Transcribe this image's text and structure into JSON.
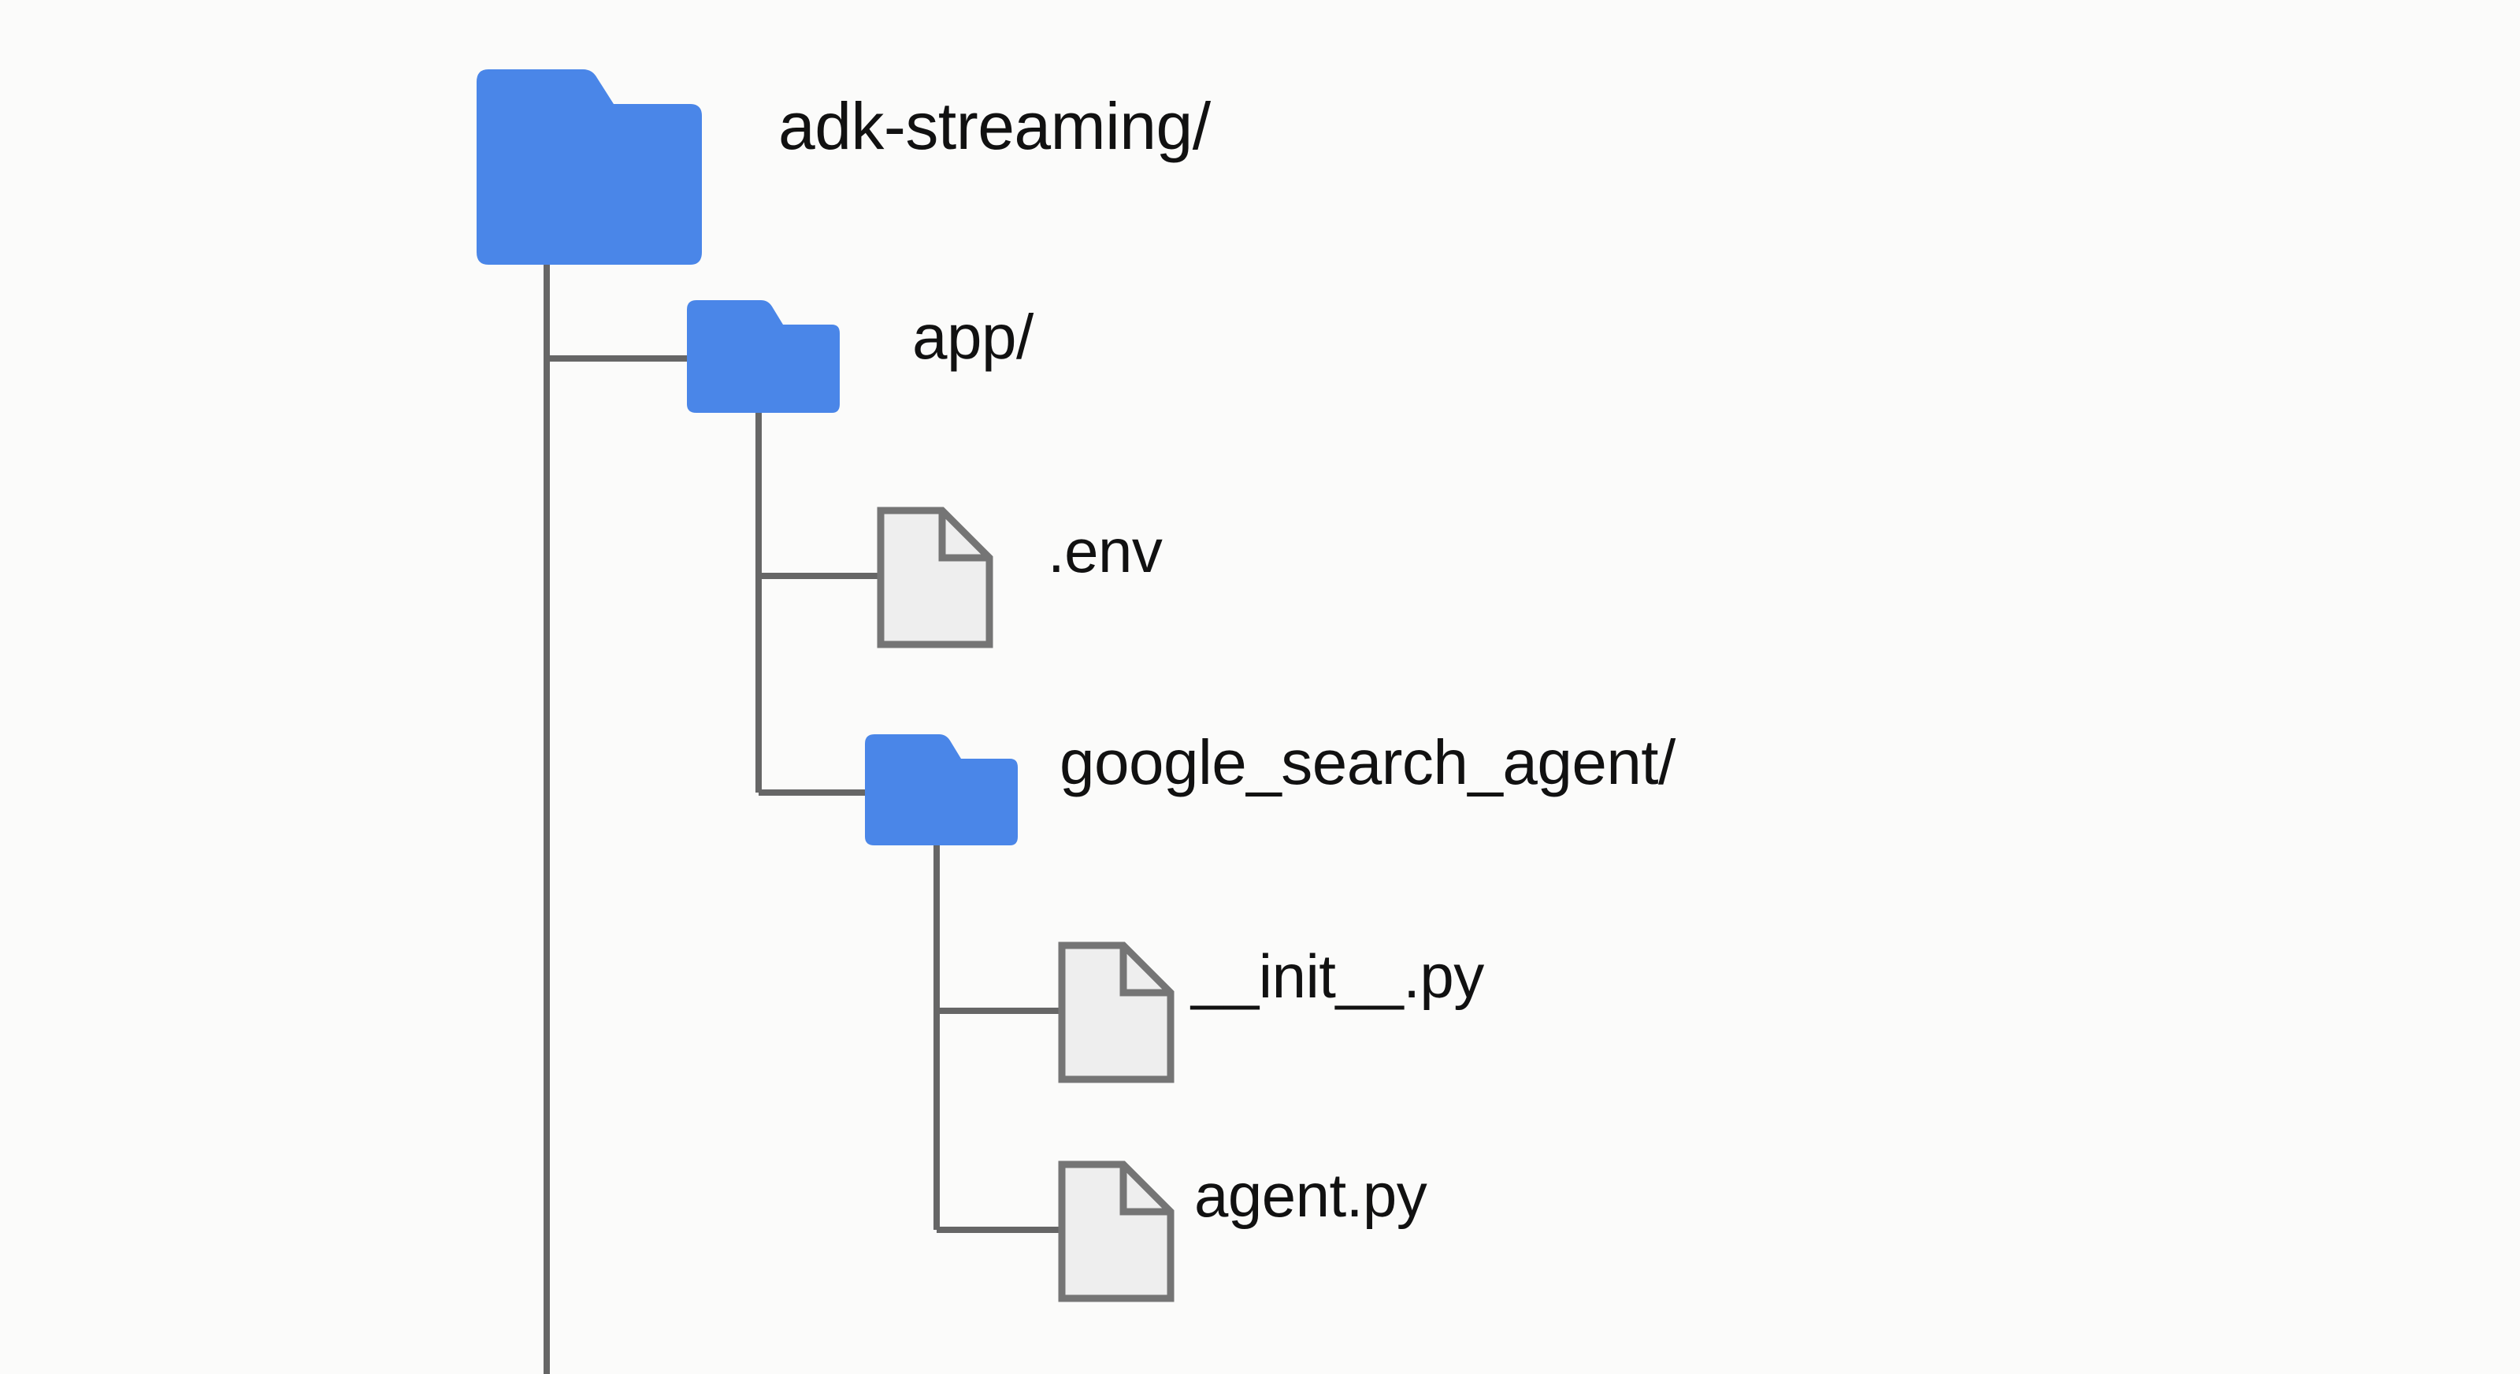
{
  "diagram": {
    "title": "project-directory-tree",
    "type": "file-tree",
    "background_color": "#fbfbfa",
    "folder_color": "#4a86e8",
    "file_fill_color": "#eeeeee",
    "file_stroke_color": "#757575",
    "connector_color": "#666666",
    "text_color": "#111111"
  },
  "tree": {
    "root": {
      "label": "adk-streaming/",
      "icon": "folder-icon",
      "depth": 0
    },
    "nodes": [
      {
        "label": "adk-streaming/",
        "icon": "folder-icon",
        "type": "folder",
        "depth": 0
      },
      {
        "label": "app/",
        "icon": "folder-icon",
        "type": "folder",
        "depth": 1
      },
      {
        "label": ".env",
        "icon": "file-icon",
        "type": "file",
        "depth": 2
      },
      {
        "label": "google_search_agent/",
        "icon": "folder-icon",
        "type": "folder",
        "depth": 2
      },
      {
        "label": "__init__.py",
        "icon": "file-icon",
        "type": "file",
        "depth": 3
      },
      {
        "label": "agent.py",
        "icon": "file-icon",
        "type": "file",
        "depth": 3
      }
    ]
  }
}
